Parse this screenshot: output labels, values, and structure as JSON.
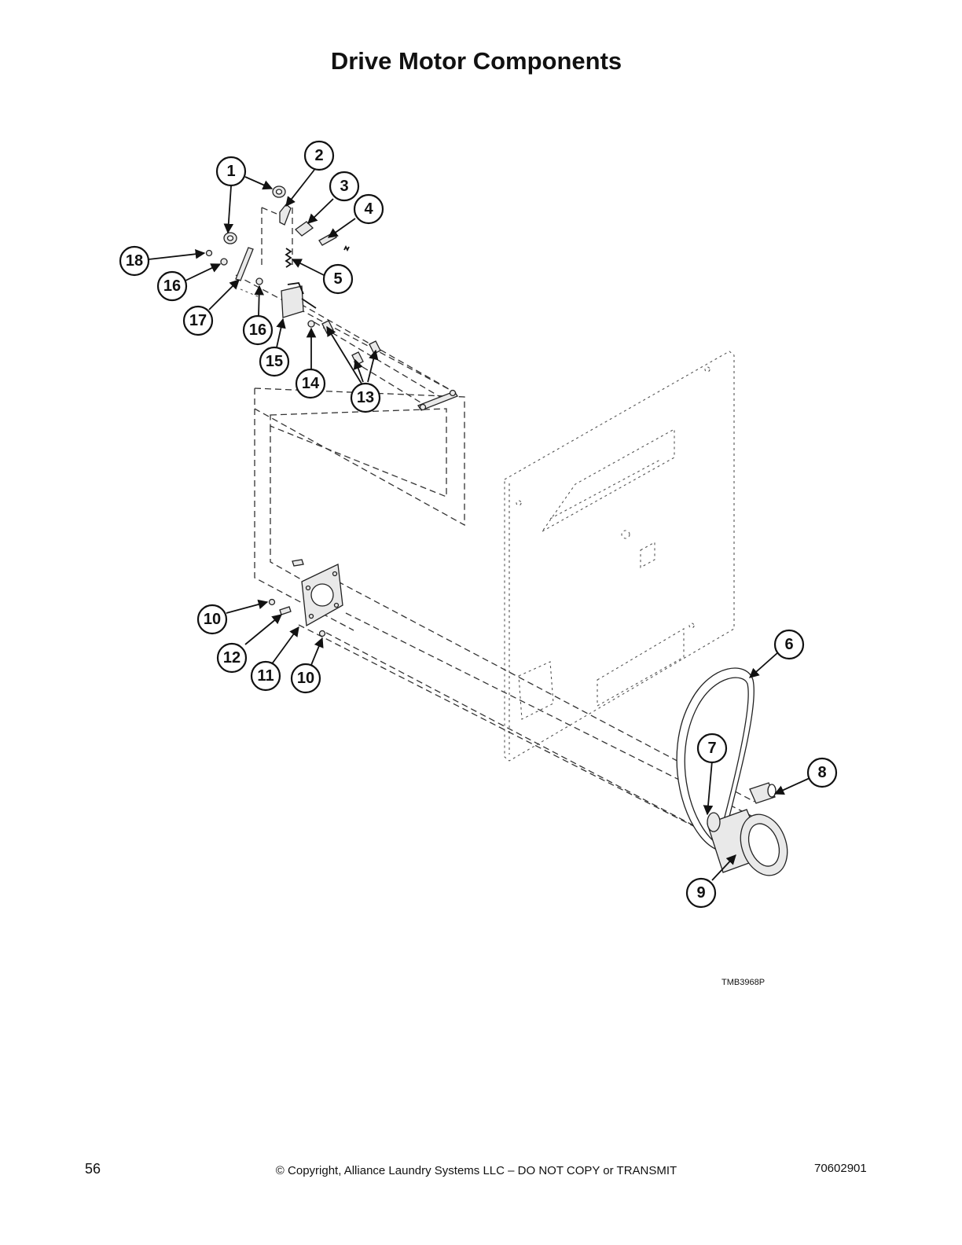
{
  "page": {
    "title": "Drive Motor Components",
    "diagram_ref": "TMB3968P",
    "page_number": "56",
    "copyright": "© Copyright, Alliance Laundry Systems LLC – DO NOT COPY or TRANSMIT",
    "doc_number": "70602901"
  },
  "callouts": [
    {
      "id": "callout-1",
      "label": "1"
    },
    {
      "id": "callout-2",
      "label": "2"
    },
    {
      "id": "callout-3",
      "label": "3"
    },
    {
      "id": "callout-4",
      "label": "4"
    },
    {
      "id": "callout-5",
      "label": "5"
    },
    {
      "id": "callout-6",
      "label": "6"
    },
    {
      "id": "callout-7",
      "label": "7"
    },
    {
      "id": "callout-8",
      "label": "8"
    },
    {
      "id": "callout-9",
      "label": "9"
    },
    {
      "id": "callout-10a",
      "label": "10"
    },
    {
      "id": "callout-10b",
      "label": "10"
    },
    {
      "id": "callout-11",
      "label": "11"
    },
    {
      "id": "callout-12",
      "label": "12"
    },
    {
      "id": "callout-13",
      "label": "13"
    },
    {
      "id": "callout-14",
      "label": "14"
    },
    {
      "id": "callout-15",
      "label": "15"
    },
    {
      "id": "callout-16a",
      "label": "16"
    },
    {
      "id": "callout-16b",
      "label": "16"
    },
    {
      "id": "callout-17",
      "label": "17"
    },
    {
      "id": "callout-18",
      "label": "18"
    }
  ]
}
